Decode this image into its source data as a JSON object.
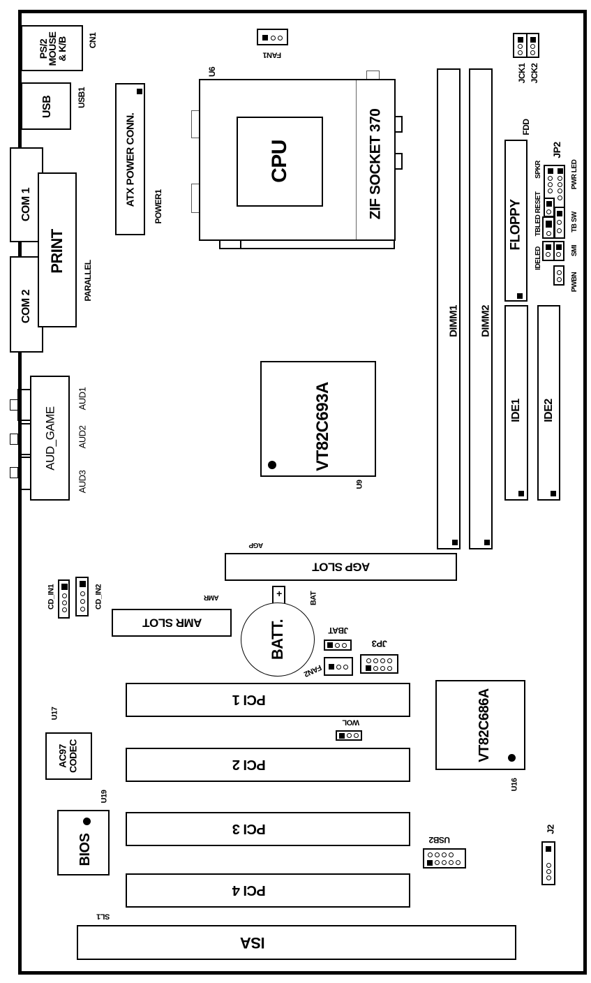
{
  "board": {
    "title": "Motherboard Layout",
    "connectors": {
      "ps2": {
        "label": "PS/2\nMOUSE\n& K/B",
        "ref": "CN1"
      },
      "usb": {
        "label": "USB",
        "ref": "USB1"
      },
      "com1": {
        "label": "COM 1"
      },
      "com2": {
        "label": "COM 2"
      },
      "print": {
        "label": "PRINT",
        "ref": "PARALLEL"
      },
      "aud_game": {
        "label": "AUD_GAME",
        "jacks": [
          "AUD1",
          "AUD2",
          "AUD3"
        ]
      },
      "atx_power": {
        "label": "ATX POWER CONN.",
        "ref": "POWER1"
      },
      "fan1": {
        "ref": "FAN1"
      },
      "fan2": {
        "ref": "FAN2"
      },
      "floppy": {
        "label": "FLOPPY",
        "ref": "FDD"
      },
      "ide1": {
        "label": "IDE1"
      },
      "ide2": {
        "label": "IDE2"
      },
      "cd_in1": {
        "ref": "CD_IN1"
      },
      "cd_in2": {
        "ref": "CD_IN2"
      },
      "usb2": {
        "ref": "USB2"
      },
      "wol": {
        "ref": "WOL"
      }
    },
    "cpu": {
      "label": "CPU",
      "socket": "ZIF SOCKET 370",
      "ref": "U6"
    },
    "memory": [
      {
        "label": "DIMM1"
      },
      {
        "label": "DIMM2"
      }
    ],
    "chips": {
      "northbridge": {
        "label": "VT82C693A",
        "ref": "U9"
      },
      "southbridge": {
        "label": "VT82C686A",
        "ref": "U16"
      },
      "codec": {
        "label": "AC97\nCODEC",
        "ref": "U17"
      },
      "bios": {
        "label": "BIOS",
        "ref": "U19"
      }
    },
    "slots": {
      "agp": {
        "label": "AGP SLOT",
        "ref": "AGP"
      },
      "amr": {
        "label": "AMR SLOT",
        "ref": "AMR"
      },
      "pci": [
        {
          "label": "PCI 1"
        },
        {
          "label": "PCI 2"
        },
        {
          "label": "PCI 3"
        },
        {
          "label": "PCI 4"
        }
      ],
      "isa": {
        "label": "ISA",
        "ref": "SL1"
      }
    },
    "battery": {
      "label": "BATT.",
      "ref": "BAT",
      "polarity": "+"
    },
    "jumpers": {
      "jck1": "JCK1",
      "jck2": "JCK2",
      "jbat": "JBAT",
      "jp3": "JP3",
      "j2": "J2",
      "jp2": {
        "ref": "JP2",
        "top_labels": [
          "IDELED",
          "TBLED",
          "RESET",
          "SPKR"
        ],
        "bottom_labels": [
          "PWBN",
          "SMI",
          "TB SW",
          "PWR LED"
        ]
      }
    }
  }
}
